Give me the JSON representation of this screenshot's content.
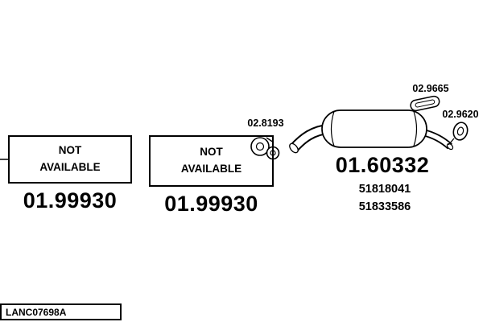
{
  "parts": {
    "box1": {
      "status_line1": "NOT",
      "status_line2": "AVAILABLE",
      "number": "01.99930"
    },
    "box2": {
      "status_line1": "NOT",
      "status_line2": "AVAILABLE",
      "number": "01.99930"
    },
    "gasket": {
      "number": "02.8193"
    },
    "muffler": {
      "number": "01.60332",
      "oe_numbers": [
        "51818041",
        "51833586"
      ]
    },
    "clamp": {
      "number": "02.9665"
    },
    "ring": {
      "number": "02.9620"
    }
  },
  "footer": {
    "code": "LANC07698A"
  }
}
